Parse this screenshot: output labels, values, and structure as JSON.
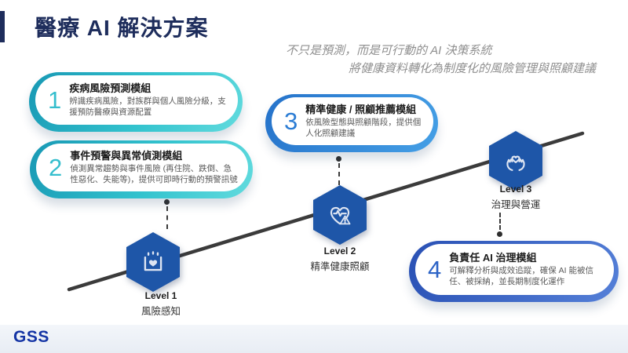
{
  "slide": {
    "title": "醫療 AI 解決方案",
    "subtitle_line1": "不只是預測，而是可行動的 AI 決策系統",
    "subtitle_line2": "將健康資料轉化為制度化的風險管理與照顧建議",
    "footer_logo": "GSS"
  },
  "colors": {
    "title_navy": "#1E2D5C",
    "subtitle_gray": "#8F8F8F",
    "teal_card_border": "#2BB6C8",
    "blue_card_border": "#2E7FD2",
    "dark_blue_card_border": "#2F5BBB",
    "teal_number": "#35BECD",
    "blue_number": "#2B7CD4",
    "hexagon_blue": "#1E56A8",
    "timeline_line": "#3B3B3B",
    "logo_blue": "#1535A5"
  },
  "cards": [
    {
      "number": "1",
      "title": "疾病風險預測模組",
      "description": "辨識疾病風險，對族群與個人風險分級，支援預防醫療與資源配置"
    },
    {
      "number": "2",
      "title": "事件預警與異常偵測模組",
      "description": "偵測異常趨勢與事件風險 (再住院、跌倒、急性惡化、失能等)，提供可即時行動的預警訊號"
    },
    {
      "number": "3",
      "title": "精準健康 / 照顧推薦模組",
      "description": "依風險型態與照顧階段，提供個人化照顧建議"
    },
    {
      "number": "4",
      "title": "負責任 AI 治理模組",
      "description": "可解釋分析與成效追蹤，確保 AI 能被信任、被採納，並長期制度化運作"
    }
  ],
  "levels": [
    {
      "label": "Level 1",
      "name": "風險感知",
      "icon": "care-box-heart-icon"
    },
    {
      "label": "Level 2",
      "name": "精準健康照顧",
      "icon": "heart-pulse-alert-icon"
    },
    {
      "label": "Level 3",
      "name": "治理與營運",
      "icon": "hands-holding-heart-icon"
    }
  ]
}
